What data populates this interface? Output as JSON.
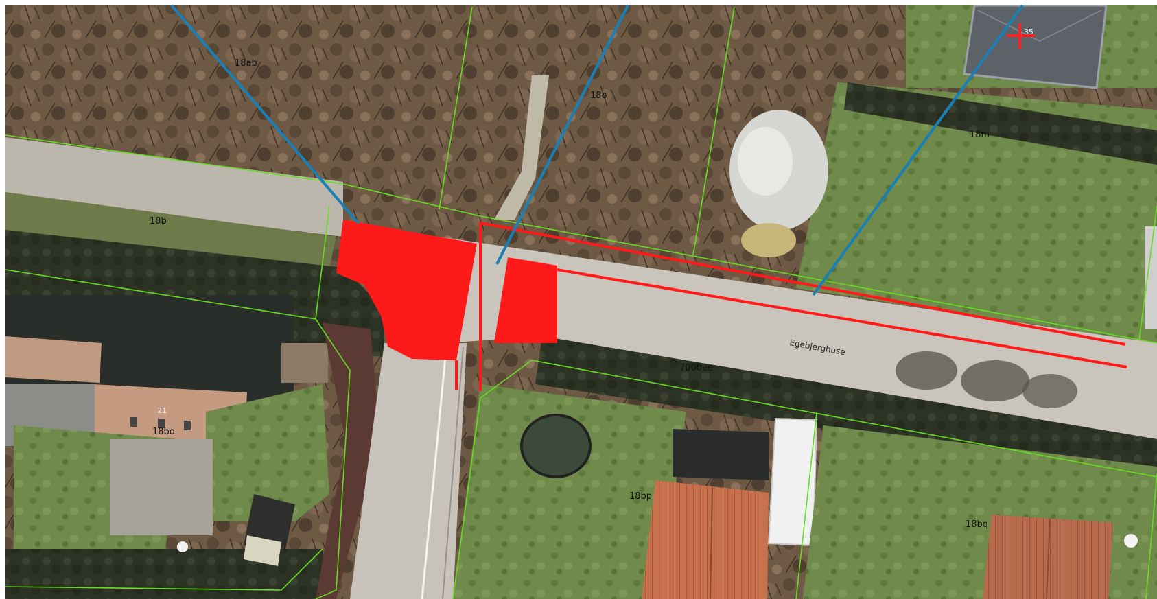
{
  "map": {
    "parcel_labels": {
      "p18ab": "18ab",
      "p18o": "18o",
      "p18m": "18m",
      "p18b": "18b",
      "p21": "21",
      "p18bo": "18bo",
      "p7000ee": "7000ee",
      "p18bp": "18bp",
      "p18bq": "18bq"
    },
    "house_number": "35",
    "road_name": "Egebjerghuse",
    "colors": {
      "parcel_line": "#66dd22",
      "road_marking": "#ff1a1a",
      "leader_line": "#1a7fb5",
      "marker": "#ff2222"
    }
  }
}
